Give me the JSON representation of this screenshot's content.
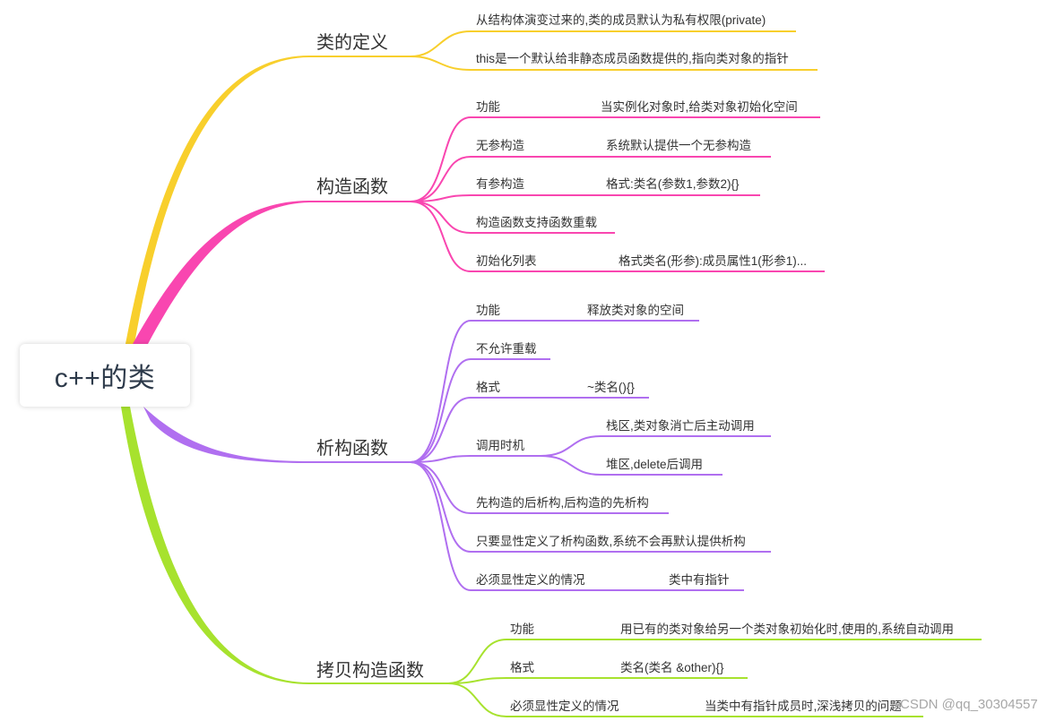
{
  "root": {
    "label": "c++的类"
  },
  "colors": {
    "def": "#f8cf2c",
    "ctor": "#f946b0",
    "dtor": "#b06ff0",
    "copy": "#a7e22e"
  },
  "branches": {
    "def": {
      "label": "类的定义",
      "items": [
        "从结构体演变过来的,类的成员默认为私有权限(private)",
        "this是一个默认给非静态成员函数提供的,指向类对象的指针"
      ]
    },
    "ctor": {
      "label": "构造函数",
      "items": [
        {
          "label": "功能",
          "value": "当实例化对象时,给类对象初始化空间"
        },
        {
          "label": "无参构造",
          "value": "系统默认提供一个无参构造"
        },
        {
          "label": "有参构造",
          "value": "格式:类名(参数1,参数2){}"
        },
        {
          "label": "构造函数支持函数重载"
        },
        {
          "label": "初始化列表",
          "value": "格式类名(形参):成员属性1(形参1)..."
        }
      ]
    },
    "dtor": {
      "label": "析构函数",
      "items": [
        {
          "label": "功能",
          "value": "释放类对象的空间"
        },
        {
          "label": "不允许重载"
        },
        {
          "label": "格式",
          "value": "~类名(){}"
        },
        {
          "label": "调用时机",
          "children": [
            "栈区,类对象消亡后主动调用",
            "堆区,delete后调用"
          ]
        },
        {
          "label": "先构造的后析构,后构造的先析构"
        },
        {
          "label": "只要显性定义了析构函数,系统不会再默认提供析构"
        },
        {
          "label": "必须显性定义的情况",
          "value": "类中有指针"
        }
      ]
    },
    "copy": {
      "label": "拷贝构造函数",
      "items": [
        {
          "label": "功能",
          "value": "用已有的类对象给另一个类对象初始化时,使用的,系统自动调用"
        },
        {
          "label": "格式",
          "value": "类名(类名 &other){}"
        },
        {
          "label": "必须显性定义的情况",
          "value": "当类中有指针成员时,深浅拷贝的问题"
        }
      ]
    }
  },
  "watermark": "CSDN @qq_30304557"
}
